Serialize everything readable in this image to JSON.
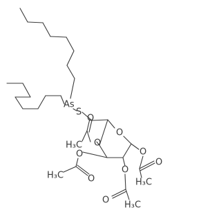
{
  "atoms": {
    "As": "As",
    "S": "S",
    "O": "O",
    "H3C": "H₃C",
    "H": "H"
  }
}
